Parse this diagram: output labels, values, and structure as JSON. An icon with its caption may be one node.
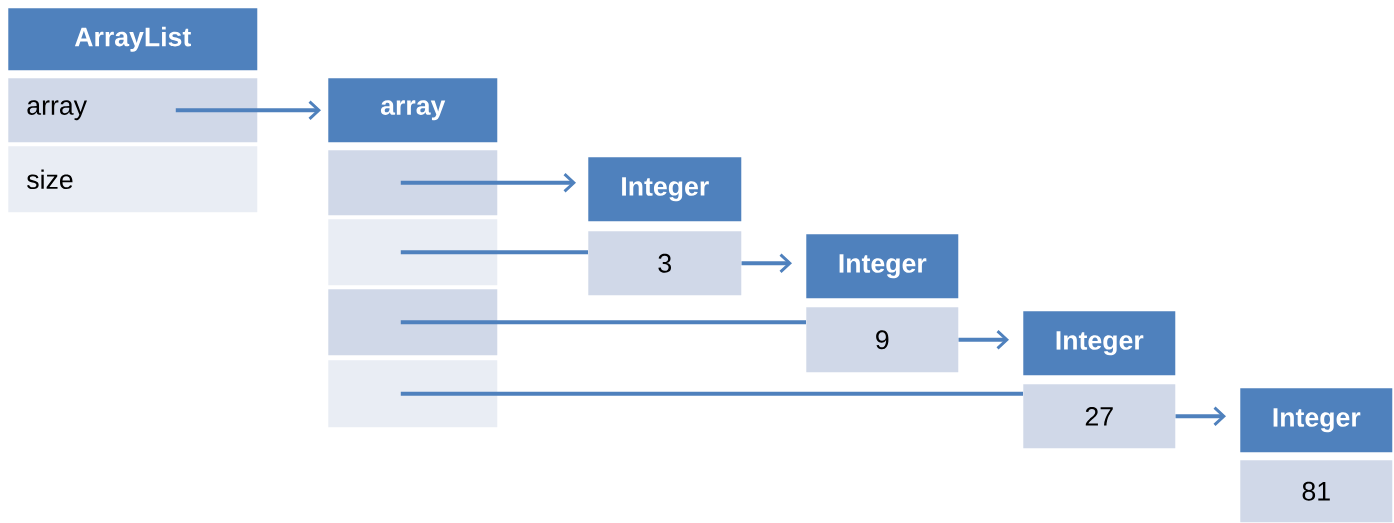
{
  "diagram": {
    "nodes": [
      {
        "text": [
          "ArrayList"
        ]
      },
      {
        "text": [
          "array"
        ]
      },
      {
        "text": [
          "size"
        ]
      },
      {
        "text": [
          "array"
        ]
      },
      {
        "text": [],
        "shape": "box"
      },
      {
        "text": [],
        "shape": "box"
      },
      {
        "text": [],
        "shape": "box"
      },
      {
        "text": [],
        "shape": "box"
      },
      {
        "text": [
          "Integer"
        ]
      },
      {
        "text": [
          "3"
        ]
      },
      {
        "text": [
          "Integer"
        ]
      },
      {
        "text": [
          "9"
        ]
      },
      {
        "text": [
          "Integer"
        ]
      },
      {
        "text": [
          "27"
        ]
      },
      {
        "text": [
          "Integer"
        ]
      },
      {
        "text": [
          "81"
        ]
      }
    ],
    "edges": [
      {
        "from": 1,
        "to": 3,
        "arrow": "to"
      },
      {
        "from": 4,
        "to": 8,
        "arrow": "to"
      },
      {
        "from": 5,
        "to": 9,
        "arrow": "none"
      },
      {
        "from": 9,
        "to": 10,
        "arrow": "to"
      },
      {
        "from": 6,
        "to": 11,
        "arrow": "none"
      },
      {
        "from": 11,
        "to": 12,
        "arrow": "to"
      },
      {
        "from": 7,
        "to": 13,
        "arrow": "none"
      },
      {
        "from": 13,
        "to": 14,
        "arrow": "to"
      }
    ]
  }
}
